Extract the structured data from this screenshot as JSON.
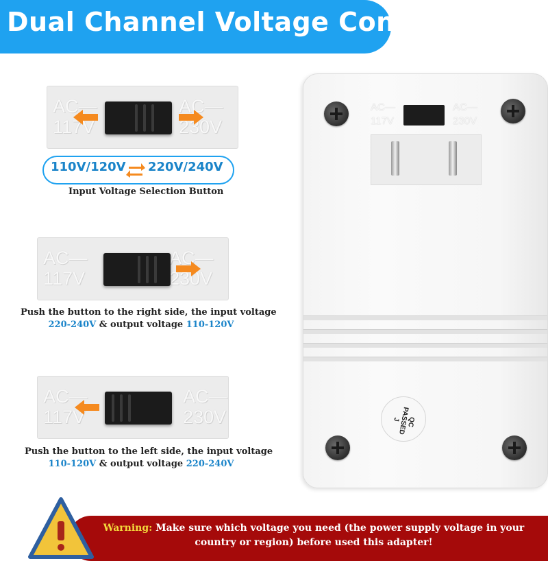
{
  "banner": {
    "title": "Dual Channel Voltage Converter",
    "color": "#1fa2f0"
  },
  "switch_panels": [
    {
      "left_label_1": "AC—",
      "left_label_2": "117V",
      "right_label_1": "AC—",
      "right_label_2": "230V",
      "arrows": "both"
    },
    {
      "left_label_1": "AC—",
      "left_label_2": "117V",
      "right_label_1": "AC—",
      "right_label_2": "230V",
      "arrows": "right"
    },
    {
      "left_label_1": "AC—",
      "left_label_2": "117V",
      "right_label_1": "AC—",
      "right_label_2": "230V",
      "arrows": "left"
    }
  ],
  "voltage_pill": {
    "left": "110V/120V",
    "right": "220V/240V",
    "icon": "swap-arrows-icon"
  },
  "captions": {
    "selection": "Input Voltage Selection Button",
    "right": {
      "line1": "Push the button to the right side, the input voltage",
      "in": "220-240V",
      "mid": " & output voltage ",
      "out": "110-120V"
    },
    "left": {
      "line1": "Push the button to the left side, the input voltage",
      "in": "110-120V",
      "mid": " & output voltage ",
      "out": "220-240V"
    }
  },
  "device": {
    "left_label_1": "AC—",
    "left_label_2": "117V",
    "right_label_1": "AC—",
    "right_label_2": "230V",
    "qc_badge": {
      "line1": "QC",
      "line2": "PASSED",
      "line3": "J"
    }
  },
  "warning": {
    "label": "Warning:",
    "text": " Make sure which voltage you need (the power supply voltage in your country or region) before used this adapter!",
    "icon": "warning-triangle-icon",
    "color": "#a50a0a"
  },
  "colors": {
    "accent": "#1fa2f0",
    "arrow": "#f58a1f",
    "highlight": "#1a84c9"
  }
}
